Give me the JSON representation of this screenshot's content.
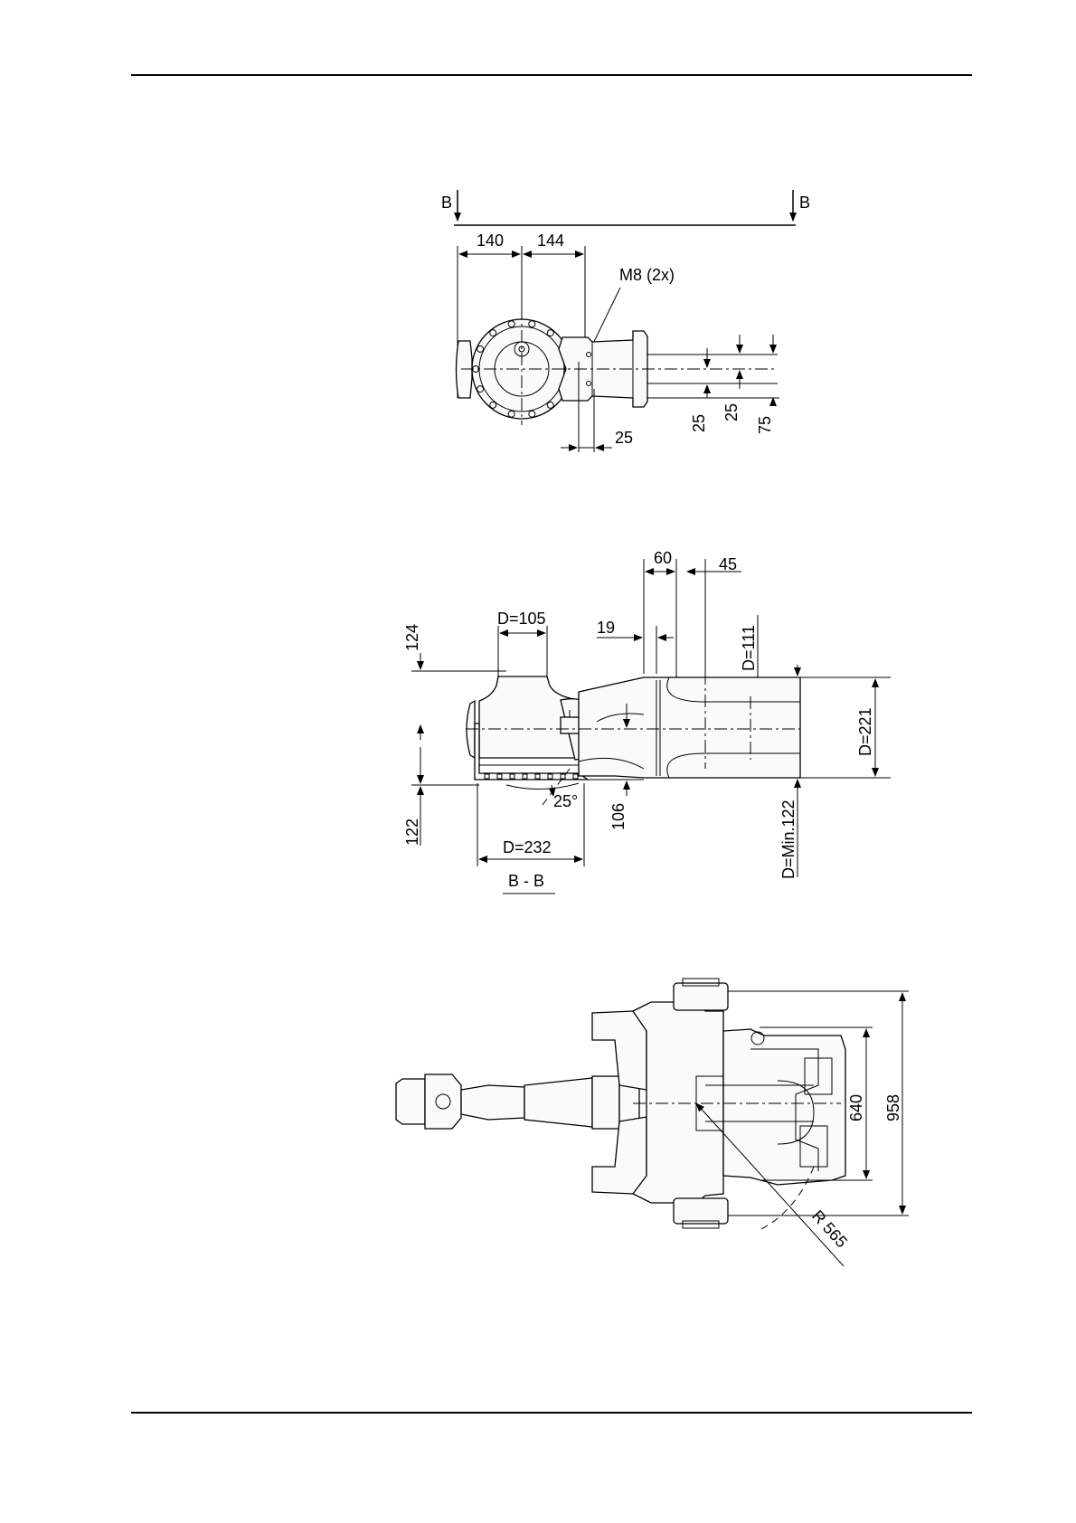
{
  "view_top": {
    "section_marks": [
      "B",
      "B"
    ],
    "dims": {
      "d140": "140",
      "d144": "144",
      "d25_bottom": "25",
      "d25_a": "25",
      "d25_b": "25",
      "d75": "75"
    },
    "callout": "M8 (2x)"
  },
  "view_section": {
    "dims": {
      "d60": "60",
      "d45": "45",
      "d_105": "D=105",
      "d19": "19",
      "d_111": "D=111",
      "d124": "124",
      "d_221": "D=221",
      "d25deg": "25°",
      "d106": "106",
      "d_min122": "D=Min.122",
      "d122": "122",
      "d_232": "D=232"
    },
    "section_label": "B - B"
  },
  "view_plan": {
    "dims": {
      "d640": "640",
      "d958": "958",
      "r565": "R 565"
    }
  }
}
